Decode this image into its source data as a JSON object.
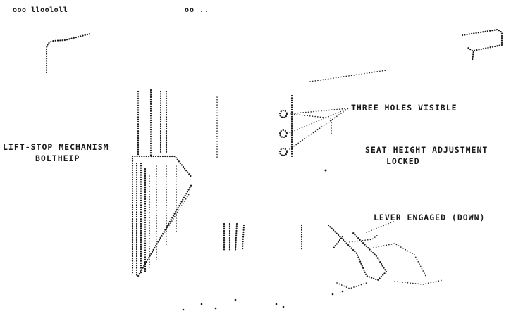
{
  "header": {
    "title": "ooo lloololl",
    "marks": "oo .."
  },
  "callouts": {
    "three_holes": "THREE HOLES VISIBLE",
    "lift_mechanism_line1": "LIFT-STOP MECHANISM",
    "lift_mechanism_line2": "BOLTHEIP",
    "seat_height_line1": "SEAT HEIGHT ADJUSTMENT",
    "seat_height_line2": "LOCKED",
    "lever_engaged": "LEVER ENGAGED (DOWN)"
  },
  "colors": {
    "ink": "#1a1a1a",
    "paper": "#ffffff"
  }
}
